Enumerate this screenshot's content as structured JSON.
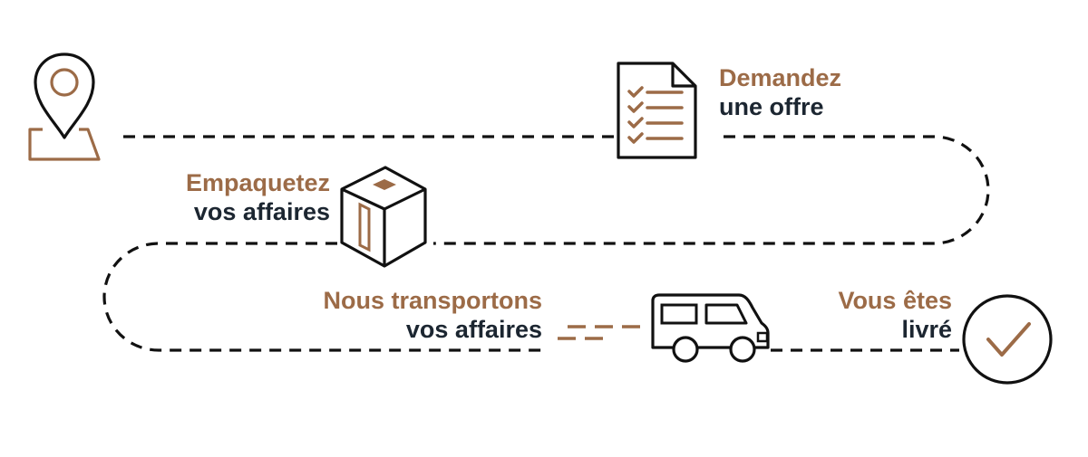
{
  "colors": {
    "accent": "#9c6b47",
    "dark": "#1c2631",
    "line": "#111111"
  },
  "steps": [
    {
      "icon": "document-checklist-icon",
      "line1": "Demandez",
      "line2": "une offre"
    },
    {
      "icon": "package-box-icon",
      "line1": "Empaquetez",
      "line2": "vos affaires"
    },
    {
      "icon": "delivery-van-icon",
      "line1": "Nous transportons",
      "line2": "vos affaires"
    },
    {
      "icon": "checkmark-circle-icon",
      "line1": "Vous êtes",
      "line2": "livré"
    }
  ],
  "start_icon": "location-pin-icon"
}
